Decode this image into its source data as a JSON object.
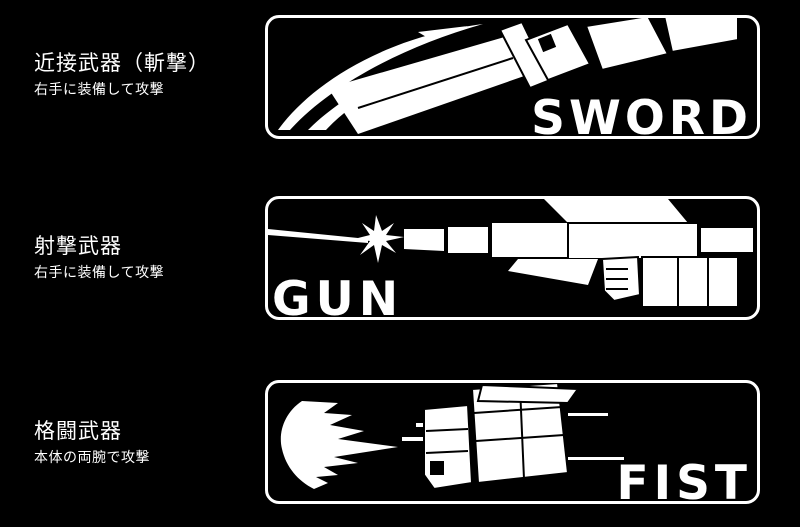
{
  "colors": {
    "background": "#000000",
    "foreground": "#ffffff"
  },
  "weapons": [
    {
      "title": "近接武器（斬撃）",
      "subtitle": "右手に装備して攻撃",
      "name": "SWORD",
      "icon": "sword-icon"
    },
    {
      "title": "射撃武器",
      "subtitle": "右手に装備して攻撃",
      "name": "GUN",
      "icon": "gun-icon"
    },
    {
      "title": "格闘武器",
      "subtitle": "本体の両腕で攻撃",
      "name": "FIST",
      "icon": "fist-icon"
    }
  ]
}
